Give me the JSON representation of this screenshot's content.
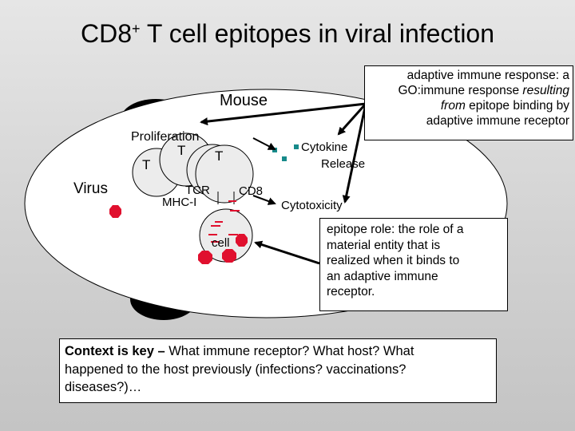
{
  "title": {
    "main": "CD8",
    "superscript": "+",
    "rest": "T cell epitopes in viral infection"
  },
  "mouse_label": "Mouse",
  "virus_label": "Virus",
  "proliferation_label": "Proliferation",
  "t_cells": {
    "t1": "T",
    "t2": "T",
    "t3": "T"
  },
  "tcr_label": "TCR",
  "mhc_label": "MHC-I",
  "cd8_label": "CD8",
  "cell_label": "cell",
  "cytokine_release": {
    "line1": "Cytokine",
    "line2": "Release"
  },
  "cytotoxicity_label": "Cytotoxicity",
  "adaptive_box": {
    "line1": "adaptive immune response: a",
    "line2_start": "GO:immune response ",
    "line2_italic": "resulting",
    "line3_italic": "from",
    "line3_rest": " epitope binding by",
    "line4": "adaptive immune receptor"
  },
  "epitope_box": {
    "line1": "epitope role: the role of a",
    "line2": "material entity that is",
    "line3": "realized when it binds to",
    "line4": "an adaptive immune",
    "line5": "receptor."
  },
  "context_box": {
    "bold": "Context is key – ",
    "line1": "What immune receptor? What host? What",
    "line2": "happened to the host previously (infections? vaccinations?",
    "line3": "diseases?)…"
  },
  "colors": {
    "virus_red": "#e0102e",
    "cytokine_teal": "#178a8a",
    "mouse_black": "#000000"
  }
}
